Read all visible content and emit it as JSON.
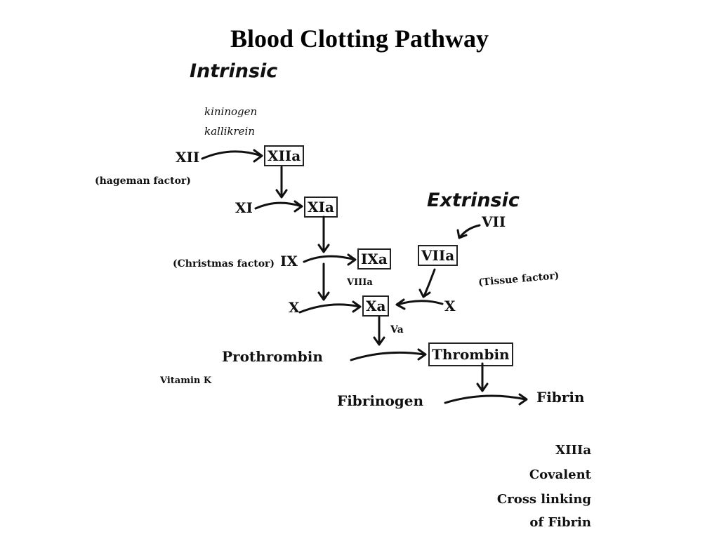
{
  "title": "Blood Clotting Pathway",
  "sections": {
    "intrinsic": "Intrinsic",
    "extrinsic": "Extrinsic"
  },
  "cofactors": {
    "kininogen": "kininogen",
    "kallikrein": "kallikrein",
    "viiia": "VIIIa",
    "va": "Va",
    "vitamin_k": "Vitamin K",
    "tissue_factor": "(Tissue factor)"
  },
  "factors": {
    "xii": "XII",
    "xiia": "XIIa",
    "hageman": "(hageman factor)",
    "xi": "XI",
    "xia": "XIa",
    "christmas": "(Christmas factor)",
    "ix": "IX",
    "ixa": "IXa",
    "vii": "VII",
    "viia": "VIIa",
    "x_left": "X",
    "xa": "Xa",
    "x_right": "X",
    "prothrombin": "Prothrombin",
    "thrombin": "Thrombin",
    "fibrinogen": "Fibrinogen",
    "fibrin": "Fibrin"
  },
  "note": {
    "line1": "XIIIa",
    "line2": "Covalent",
    "line3": "Cross linking",
    "line4": "of Fibrin"
  }
}
